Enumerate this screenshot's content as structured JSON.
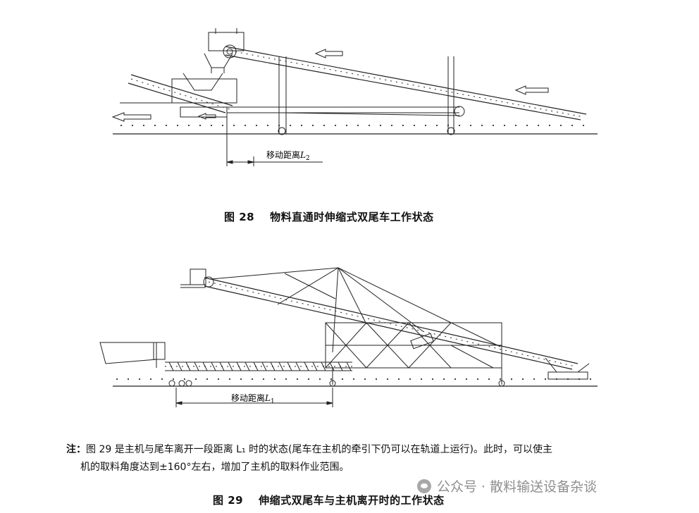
{
  "figure28": {
    "caption_num": "图 28",
    "caption_text": "物料直通时伸缩式双尾车工作状态",
    "dimension_label": "移动距离",
    "dimension_var": "L",
    "dimension_sub": "2"
  },
  "figure29": {
    "caption_num": "图 29",
    "caption_text": "伸缩式双尾车与主机离开时的工作状态",
    "dimension_label": "移动距离",
    "dimension_var": "L",
    "dimension_sub": "1"
  },
  "note": {
    "lead": "注：",
    "line1": "图 29 是主机与尾车离开一段距离 L₁ 时的状态(尾车在主机的牵引下仍可以在轨道上运行)。此时，可以使主",
    "line2": "机的取料角度达到±160°左右，增加了主机的取料作业范围。"
  },
  "watermark": {
    "text": "公众号 · 散料输送设备杂谈",
    "icon": "wechat-icon"
  }
}
